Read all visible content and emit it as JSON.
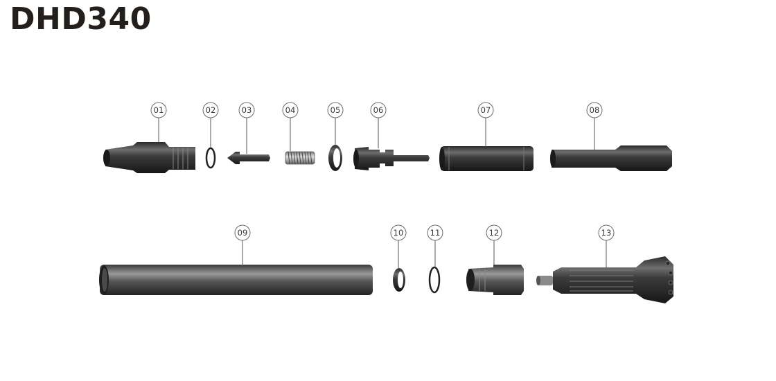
{
  "title": "DHD340",
  "parts": [
    {
      "id": "01"
    },
    {
      "id": "02"
    },
    {
      "id": "03"
    },
    {
      "id": "04"
    },
    {
      "id": "05"
    },
    {
      "id": "06"
    },
    {
      "id": "07"
    },
    {
      "id": "08"
    },
    {
      "id": "09"
    },
    {
      "id": "10"
    },
    {
      "id": "11"
    },
    {
      "id": "12"
    },
    {
      "id": "13"
    }
  ]
}
